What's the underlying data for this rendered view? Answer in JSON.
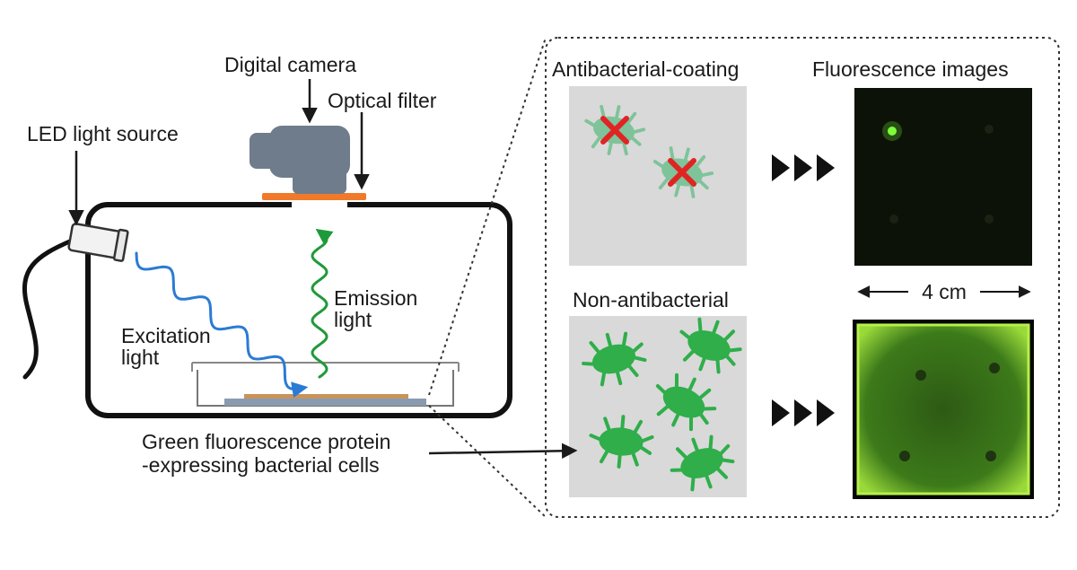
{
  "labels": {
    "digital_camera": "Digital camera",
    "optical_filter": "Optical filter",
    "led_light_source": "LED light source",
    "emission_line1": "Emission",
    "emission_line2": "light",
    "excitation_line1": "Excitation",
    "excitation_line2": "light",
    "gfp_line1": "Green fluorescence protein",
    "gfp_line2": "-expressing bacterial cells",
    "antibacterial_coating": "Antibacterial-coating",
    "fluorescence_images": "Fluorescence images",
    "non_antibacterial": "Non-antibacterial",
    "scale": "4 cm"
  },
  "colors": {
    "excitation": "#2a7bd4",
    "emission": "#1f9a3a",
    "bacteria": "#2fae4a",
    "bacteria_faded": "#7fc39a",
    "cross": "#e02424",
    "filter": "#f07a2a",
    "camera": "#6f7c8c",
    "panel_bg": "#d9d9d9"
  },
  "icons": {
    "bacterium": "bacterium-icon",
    "cross": "cross-icon",
    "arrowhead": "triangle-right-icon"
  }
}
